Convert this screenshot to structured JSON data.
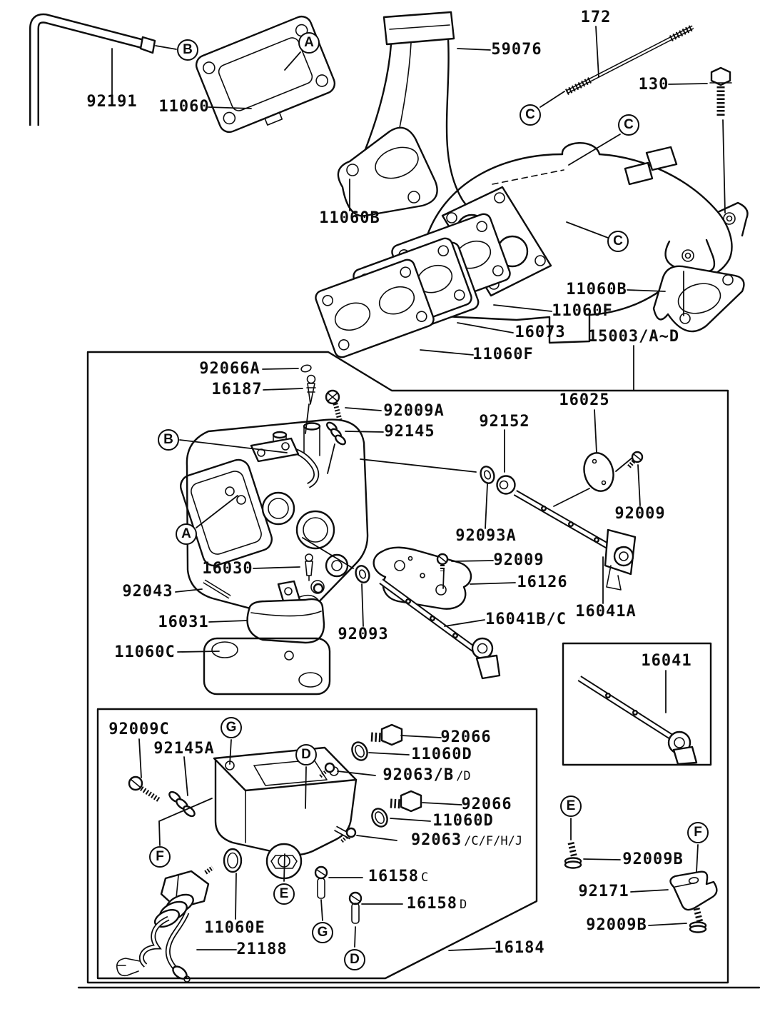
{
  "diagram": {
    "type": "exploded-parts-diagram",
    "subject": "carburetor and intake manifold assembly",
    "background_color": "#ffffff",
    "line_color": "#0d0d0d"
  },
  "part_labels": [
    {
      "text": "92191"
    },
    {
      "text": "11060"
    },
    {
      "text": "59076"
    },
    {
      "text": "172"
    },
    {
      "text": "130"
    },
    {
      "text": "11060B"
    },
    {
      "text": "11060B"
    },
    {
      "text": "11060F"
    },
    {
      "text": "16073"
    },
    {
      "text": "15003/A~D"
    },
    {
      "text": "11060F"
    },
    {
      "text": "92066A"
    },
    {
      "text": "16187"
    },
    {
      "text": "92009A"
    },
    {
      "text": "92145"
    },
    {
      "text": "92152"
    },
    {
      "text": "16025"
    },
    {
      "text": "92009"
    },
    {
      "text": "92093A"
    },
    {
      "text": "92009"
    },
    {
      "text": "16126"
    },
    {
      "text": "16030"
    },
    {
      "text": "92043"
    },
    {
      "text": "16031"
    },
    {
      "text": "11060C"
    },
    {
      "text": "92093"
    },
    {
      "text": "16041B/C"
    },
    {
      "text": "16041A"
    },
    {
      "text": "16041"
    },
    {
      "text": "92009C"
    },
    {
      "text": "92145A"
    },
    {
      "text": "92066"
    },
    {
      "text": "11060D"
    },
    {
      "text": "92063/B",
      "suffix": "/D"
    },
    {
      "text": "92066"
    },
    {
      "text": "11060D"
    },
    {
      "text": "92063",
      "suffix": "/C/F/H/J"
    },
    {
      "text": "16158",
      "suffix": "C"
    },
    {
      "text": "16158",
      "suffix": "D"
    },
    {
      "text": "11060E"
    },
    {
      "text": "21188"
    },
    {
      "text": "16184"
    },
    {
      "text": "92009B"
    },
    {
      "text": "92171"
    },
    {
      "text": "92009B"
    }
  ],
  "callouts": [
    {
      "letter": "B"
    },
    {
      "letter": "A"
    },
    {
      "letter": "C"
    },
    {
      "letter": "C"
    },
    {
      "letter": "C"
    },
    {
      "letter": "B"
    },
    {
      "letter": "A"
    },
    {
      "letter": "G"
    },
    {
      "letter": "D"
    },
    {
      "letter": "F"
    },
    {
      "letter": "E"
    },
    {
      "letter": "G"
    },
    {
      "letter": "D"
    },
    {
      "letter": "E"
    },
    {
      "letter": "F"
    }
  ]
}
